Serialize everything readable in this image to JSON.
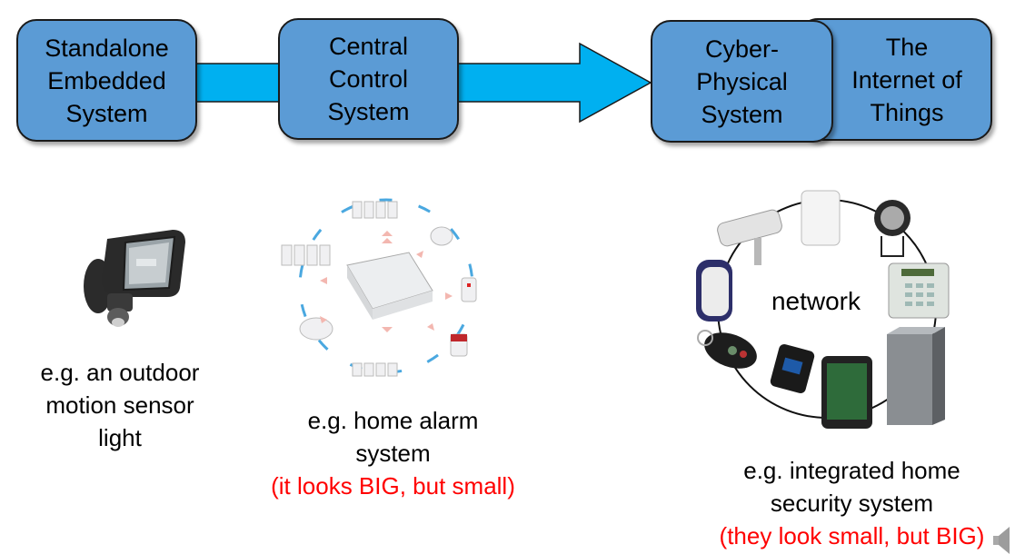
{
  "stages": [
    {
      "id": "standalone",
      "lines": [
        "Standalone",
        "Embedded",
        "System"
      ]
    },
    {
      "id": "central",
      "lines": [
        "Central",
        "Control",
        "System"
      ]
    },
    {
      "id": "cps",
      "lines": [
        "Cyber-",
        "Physical",
        "System"
      ]
    },
    {
      "id": "iot",
      "lines": [
        "The",
        "Internet of",
        "Things"
      ]
    }
  ],
  "colors": {
    "box": "#5b9bd5",
    "arrow": "#00b0f0",
    "highlight": "#ff0000"
  },
  "examples": [
    {
      "id": "motion-light",
      "lines": [
        "e.g. an outdoor",
        "motion sensor",
        "light"
      ],
      "note": ""
    },
    {
      "id": "home-alarm",
      "lines": [
        "e.g. home alarm",
        "system"
      ],
      "note": "(it looks BIG, but small)"
    },
    {
      "id": "home-security",
      "lines": [
        "e.g. integrated home",
        "security system"
      ],
      "note": "(they look small, but BIG)"
    }
  ],
  "network_label": "network",
  "icons": {
    "speaker": "speaker-icon"
  }
}
